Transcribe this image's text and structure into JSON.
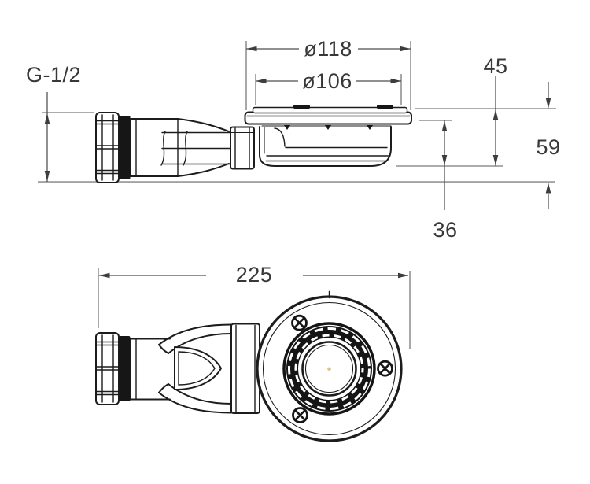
{
  "drawing": {
    "labels": {
      "thread_size": "G-1/2",
      "flange_outer_diameter": "ø118",
      "lid_diameter": "ø106",
      "flange_to_body_bottom_height": "45",
      "overall_height": "59",
      "body_depth": "36",
      "overall_length": "225"
    },
    "colors": {
      "object_line": "#1c1c1c",
      "dimension_line": "#4d4d4d",
      "label_text": "#383838",
      "ground_line": "#a3a3a3",
      "center_mark": "#d9c87c",
      "background": "#ffffff"
    }
  }
}
